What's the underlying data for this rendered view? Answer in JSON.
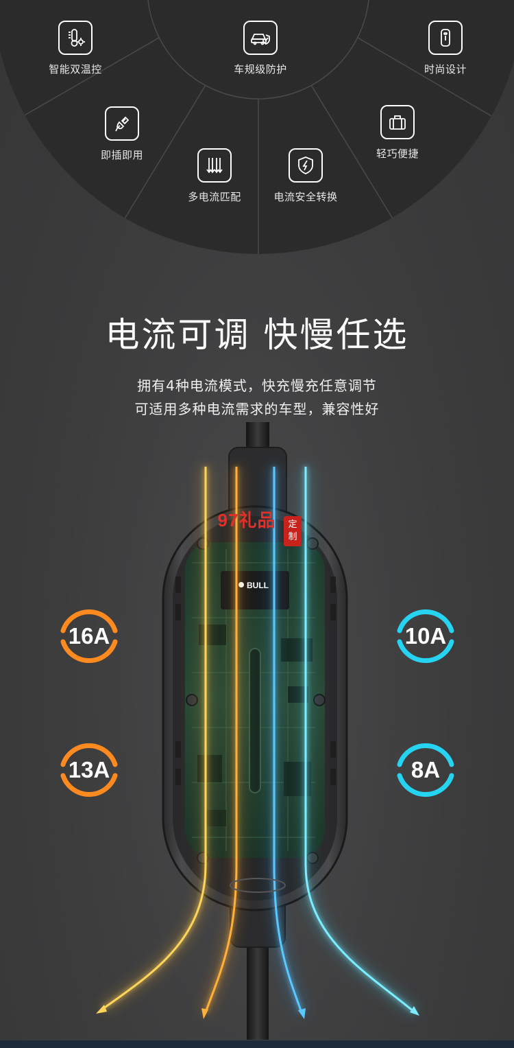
{
  "features": [
    {
      "label": "智能双温控",
      "icon": "thermometer-icon"
    },
    {
      "label": "车规级防护",
      "icon": "car-shield-icon"
    },
    {
      "label": "时尚设计",
      "icon": "phone-design-icon"
    },
    {
      "label": "即插即用",
      "icon": "plug-icon"
    },
    {
      "label": "多电流匹配",
      "icon": "current-arrows-icon"
    },
    {
      "label": "电流安全转换",
      "icon": "lightning-shield-icon"
    },
    {
      "label": "轻巧便捷",
      "icon": "briefcase-icon"
    }
  ],
  "headline": "电流可调  快慢任选",
  "subline": [
    "拥有4种电流模式，快充慢充任意调节",
    "可适用多种电流需求的车型，兼容性好"
  ],
  "product": {
    "brand": "BULL"
  },
  "amps": [
    {
      "label": "16A",
      "color": "#ff8a1f"
    },
    {
      "label": "13A",
      "color": "#ff8a1f"
    },
    {
      "label": "10A",
      "color": "#26d4f2"
    },
    {
      "label": "8A",
      "color": "#26d4f2"
    }
  ],
  "watermark": {
    "text": "97礼品",
    "seal": [
      "定",
      "制"
    ]
  },
  "colors": {
    "background": "#3f3f40",
    "wheel": "#2c2c2d",
    "orange": "#ff8a1f",
    "cyan": "#26d4f2"
  }
}
